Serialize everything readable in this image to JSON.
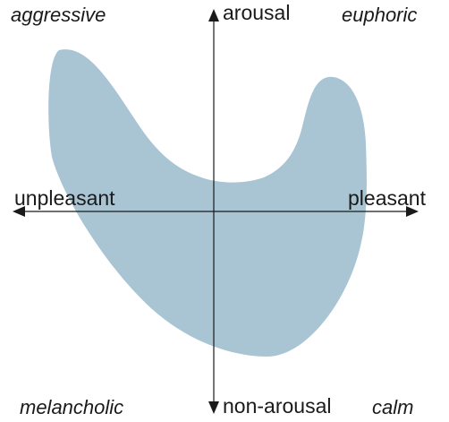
{
  "axes": {
    "vertical_top": "arousal",
    "vertical_bottom": "non-arousal",
    "horizontal_left": "unpleasant",
    "horizontal_right": "pleasant"
  },
  "quadrants": {
    "top_left": "aggressive",
    "top_right": "euphoric",
    "bottom_left": "melancholic",
    "bottom_right": "calm"
  },
  "colors": {
    "region_fill": "#a9c4d3",
    "axis_stroke": "#1a1a1a"
  }
}
